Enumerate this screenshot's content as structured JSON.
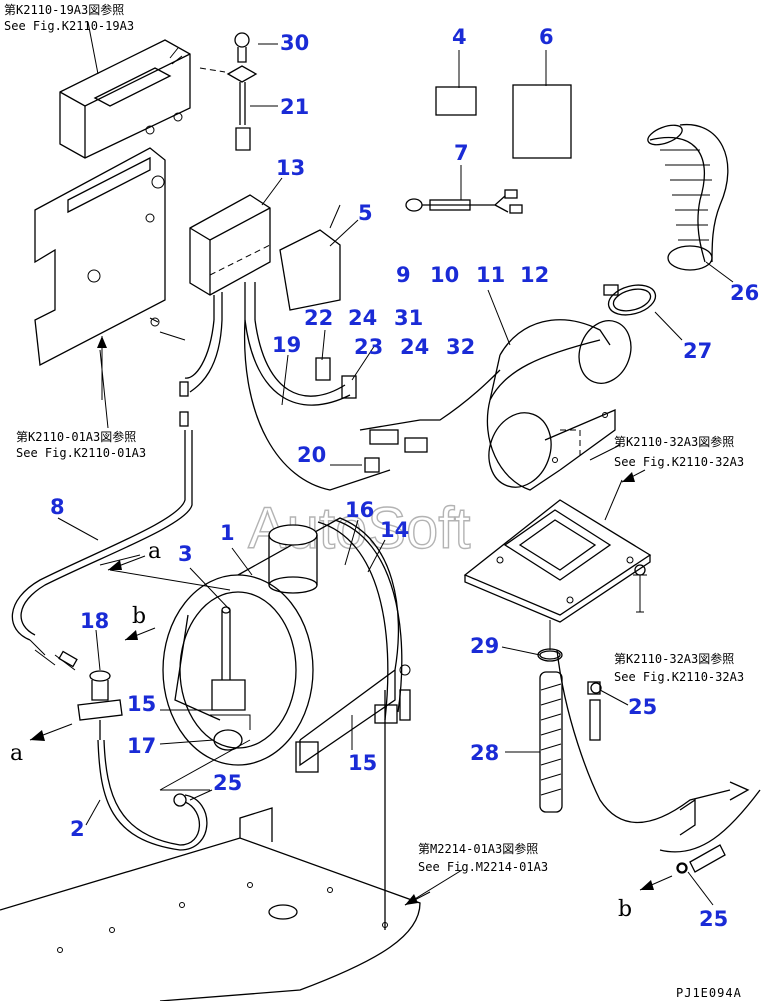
{
  "callouts": [
    "30",
    "21",
    "13",
    "5",
    "4",
    "6",
    "7",
    "26",
    "27",
    "9",
    "10",
    "11",
    "12",
    "22",
    "24",
    "31",
    "23",
    "24",
    "32",
    "19",
    "20",
    "16",
    "14",
    "1",
    "3",
    "18",
    "15",
    "17",
    "15",
    "2",
    "25",
    "29",
    "28",
    "25",
    "25",
    "8"
  ],
  "references": {
    "k2110_19a3_jp": "第K2110-19A3図参照",
    "k2110_19a3_en": "See Fig.K2110-19A3",
    "k2110_01a3_jp": "第K2110-01A3図参照",
    "k2110_01a3_en": "See Fig.K2110-01A3",
    "k2110_32a3_jp_top": "第K2110-32A3図参照",
    "k2110_32a3_en_top": "See Fig.K2110-32A3",
    "k2110_32a3_jp_mid": "第K2110-32A3図参照",
    "k2110_32a3_en_mid": "See Fig.K2110-32A3",
    "m2214_01a3_jp": "第M2214-01A3図参照",
    "m2214_01a3_en": "See Fig.M2214-01A3"
  },
  "direction_marks": {
    "a_upper": "a",
    "a_lower": "a",
    "b_upper": "b",
    "b_lower": "b"
  },
  "watermark": "AutoSoft",
  "drawing_code": "PJ1E094A",
  "colors": {
    "callout": "#1a2bd6",
    "line": "#000000",
    "watermark": "#9a9a9a"
  }
}
